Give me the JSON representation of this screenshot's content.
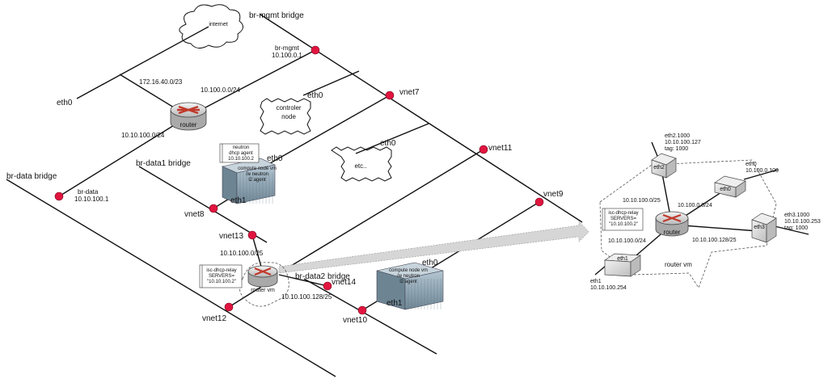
{
  "clouds": {
    "internet": "internet",
    "controller_node": "controler\nnode",
    "etc": "etc.."
  },
  "bridges": {
    "br_mgmt": "br-mgmt bridge",
    "br_data": "br-data bridge",
    "br_data1": "br-data1 bridge",
    "br_data2": "br-data2 bridge"
  },
  "ports": {
    "eth0_host": "eth0",
    "eth0_controller": "eth0",
    "eth0_etc": "eth0",
    "eth0_compute1": "eth0",
    "eth1_compute1": "eth1",
    "eth0_compute2": "eth0",
    "eth1_compute2": "eth1",
    "vnet7": "vnet7",
    "vnet8": "vnet8",
    "vnet9": "vnet9",
    "vnet10": "vnet10",
    "vnet11": "vnet11",
    "vnet12": "vnet12",
    "vnet13": "vnet13",
    "vnet14": "vnet14"
  },
  "addresses": {
    "br_mgmt_label": "br-mgmt",
    "br_mgmt_ip": "10.100.0.1",
    "public_subnet": "172.16.40.0/23",
    "mgmt_subnet": "10.100.0.0/24",
    "data_subnet": "10.10.100.0/24",
    "br_data_label": "br-data",
    "br_data_ip": "10.10.100.1",
    "lower_subnet": "10.10.100.0/25",
    "upper_subnet": "10.10.100.128/25"
  },
  "routers": {
    "main": "router",
    "vm": "router vm",
    "detail": "router"
  },
  "compute_nodes": {
    "node1": [
      "compute node vm",
      "/w neutron",
      "l2 agent"
    ],
    "node2": [
      "compute node vm",
      "/w neutron",
      "l2 agent"
    ]
  },
  "notes": {
    "neutron_agent": [
      "neutron",
      "dhcp agent",
      "10.10.100.2"
    ],
    "dhcp_relay": [
      "isc-dhcp-relay",
      "SERVERS=",
      "\"10.10.100.2\""
    ],
    "dhcp_relay_detail": [
      "isc-dhcp-relay",
      "SERVERS=",
      "\"10.10.100.2\""
    ]
  },
  "detail": {
    "caption": "router vm",
    "eth2": {
      "name": "eth2",
      "info": [
        "eth2.1000",
        "10.10.100.127",
        "tag: 1000"
      ]
    },
    "eth0": {
      "name": "eth0",
      "info": [
        "eth0",
        "10.100.0.100"
      ]
    },
    "eth3": {
      "name": "eth3",
      "info": [
        "eth3.1000",
        "10.10.100.253",
        "tag: 1000"
      ]
    },
    "eth1": {
      "name": "eth1",
      "info": [
        "eth1",
        "10.10.100.254"
      ]
    },
    "subnet_upper_left": "10.10.100.0/25",
    "subnet_mgmt": "10.100.0.0/24",
    "subnet_lower_left": "10.10.100.0/24",
    "subnet_right": "10.10.100.128/25"
  },
  "colors": {
    "port_dot": "#e0153f",
    "router_red": "#c0392b",
    "compute_fill": "#8fa6b6"
  }
}
